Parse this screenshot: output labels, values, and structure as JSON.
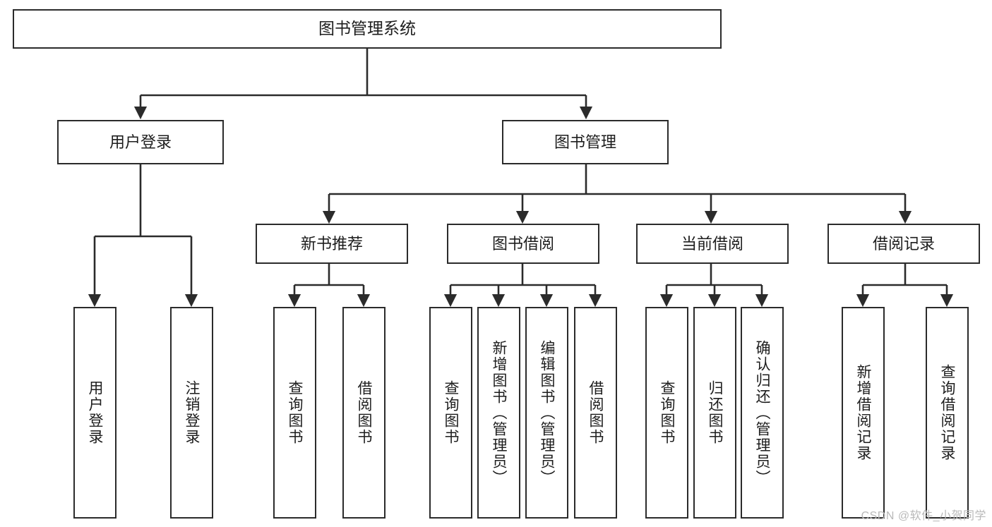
{
  "diagram": {
    "title": "图书管理系统",
    "type": "tree",
    "stroke_color": "#2b2b2b",
    "fill_color": "#ffffff",
    "text_color": "#1d1d1d"
  },
  "nodes": {
    "root": {
      "label": "图书管理系统"
    },
    "level2": [
      {
        "label": "用户登录"
      },
      {
        "label": "图书管理"
      }
    ],
    "level3": [
      {
        "label": "新书推荐"
      },
      {
        "label": "图书借阅"
      },
      {
        "label": "当前借阅"
      },
      {
        "label": "借阅记录"
      }
    ],
    "leaves_user_login": [
      {
        "label": "用户登录"
      },
      {
        "label": "注销登录"
      }
    ],
    "leaves_new_book": [
      {
        "label": "查询图书"
      },
      {
        "label": "借阅图书"
      }
    ],
    "leaves_borrow": [
      {
        "label": "查询图书"
      },
      {
        "label": "新增图书（管理员）"
      },
      {
        "label": "编辑图书（管理员）"
      },
      {
        "label": "借阅图书"
      }
    ],
    "leaves_current": [
      {
        "label": "查询图书"
      },
      {
        "label": "归还图书"
      },
      {
        "label": "确认归还（管理员）"
      }
    ],
    "leaves_records": [
      {
        "label": "新增借阅记录"
      },
      {
        "label": "查询借阅记录"
      }
    ]
  },
  "watermark": {
    "text": "CSDN @软件_小贺同学"
  }
}
